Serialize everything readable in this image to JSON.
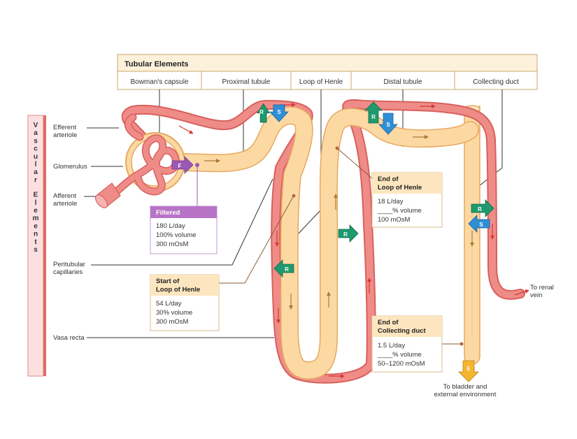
{
  "tubular": {
    "header": "Tubular Elements",
    "columns": [
      "Bowman's capsule",
      "Proximal tubule",
      "Loop of Henle",
      "Distal tubule",
      "Collecting duct"
    ]
  },
  "vascular": {
    "header_letters": [
      "V",
      "a",
      "s",
      "c",
      "u",
      "l",
      "a",
      "r",
      "E",
      "l",
      "e",
      "m",
      "e",
      "n",
      "t",
      "s"
    ],
    "labels": [
      "Efferent",
      "arteriole",
      "Glomerulus",
      "Afferent",
      "arteriole",
      "Peritubular",
      "capillaries",
      "Vasa recta"
    ]
  },
  "boxes": {
    "filtered": {
      "title": "Filtered",
      "lines": [
        "180 L/day",
        "100% volume",
        "300 mOsM"
      ]
    },
    "start_loop": {
      "title": [
        "Start of",
        "Loop of Henle"
      ],
      "lines": [
        "54 L/day",
        "30% volume",
        "300 mOsM"
      ]
    },
    "end_loop": {
      "title": [
        "End of",
        "Loop of Henle"
      ],
      "lines": [
        "18 L/day",
        "____% volume",
        "100 mOsM"
      ]
    },
    "end_cd": {
      "title": [
        "End of",
        "Collecting duct"
      ],
      "lines": [
        "1.5 L/day",
        "____% volume",
        "50–1200 mOsM"
      ]
    }
  },
  "badges": {
    "F": "F",
    "R": "R",
    "S": "S",
    "E": "E"
  },
  "outlets": {
    "renal_vein": [
      "To renal",
      "vein"
    ],
    "bladder": [
      "To bladder and",
      "external environment"
    ]
  },
  "colors": {
    "tubule": "#fcd9a2",
    "tubule_edge": "#e8a860",
    "vessel": "#ef8c88",
    "vessel_edge": "#d8605c",
    "reabsorb": "#1e9a6e",
    "secrete": "#2e8fd6",
    "filter": "#9b59b6",
    "excrete": "#f5b52e",
    "header_fill": "#fdf1dc",
    "vascular_fill": "#fbe0df"
  }
}
